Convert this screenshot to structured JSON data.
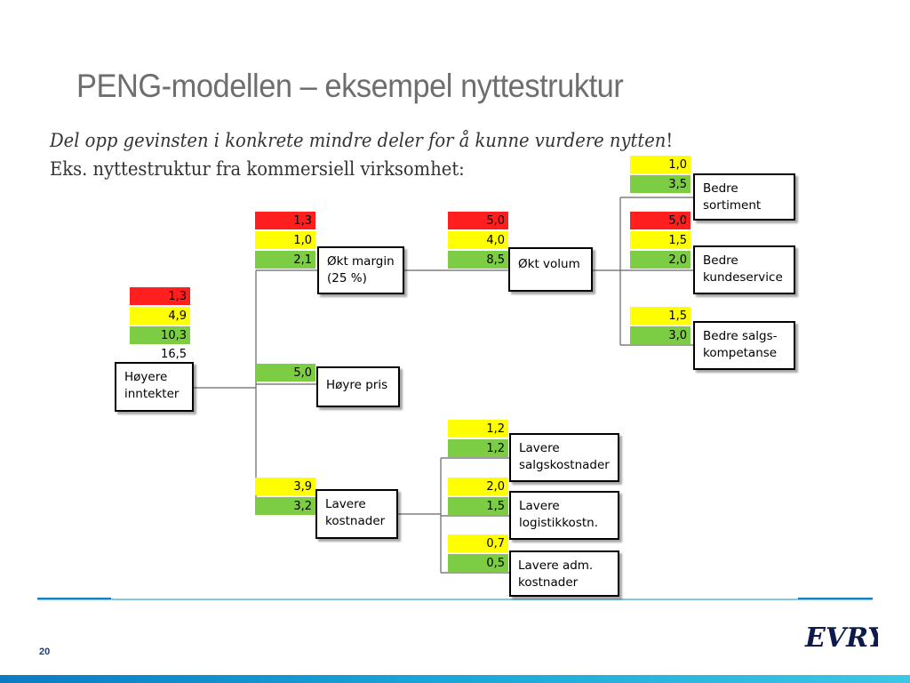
{
  "slide": {
    "title": "PENG-modellen – eksempel nyttestruktur",
    "subtitle_italic": "Del opp gevinsten i konkrete mindre deler for å kunne vurdere nytten",
    "subtitle_italic_end": "!",
    "subtitle2": "Eks. nyttestruktur fra kommersiell virksomhet:",
    "page_number": "20",
    "logo_text": "EVRY"
  },
  "colors": {
    "red": "#ff1f1f",
    "yellow": "#ffff00",
    "green": "#7ccc44"
  },
  "nodes": {
    "hoyere_inntekter": {
      "label1": "Høyere",
      "label2": "inntekter",
      "red": "1,3",
      "yellow": "4,9",
      "green": "10,3",
      "total": "16,5"
    },
    "okt_margin": {
      "label1": "Økt margin",
      "label2": "(25 %)",
      "red": "1,3",
      "yellow": "1,0",
      "green": "2,1"
    },
    "hoyre_pris": {
      "label1": "Høyre pris",
      "green": "5,0"
    },
    "lavere_kostnader": {
      "label1": "Lavere",
      "label2": "kostnader",
      "yellow": "3,9",
      "green": "3,2"
    },
    "okt_volum": {
      "label1": "Økt volum",
      "red": "5,0",
      "yellow": "4,0",
      "green": "8,5"
    },
    "bedre_sortiment": {
      "label1": "Bedre",
      "label2": "sortiment",
      "yellow": "1,0",
      "green": "3,5"
    },
    "bedre_kundeservice": {
      "label1": "Bedre",
      "label2": "kundeservice",
      "red": "5,0",
      "yellow": "1,5",
      "green": "2,0"
    },
    "bedre_salgskompetanse": {
      "label1": "Bedre salgs-",
      "label2": "kompetanse",
      "yellow": "1,5",
      "green": "3,0"
    },
    "lavere_salgskostnader": {
      "label1": "Lavere",
      "label2": "salgskostnader",
      "yellow": "1,2",
      "green": "1,2"
    },
    "lavere_logistikkostn": {
      "label1": "Lavere",
      "label2": "logistikkostn.",
      "yellow": "2,0",
      "green": "1,5"
    },
    "lavere_adm_kostnader": {
      "label1": "Lavere adm.",
      "label2": "kostnader",
      "yellow": "0,7",
      "green": "0,5"
    }
  }
}
